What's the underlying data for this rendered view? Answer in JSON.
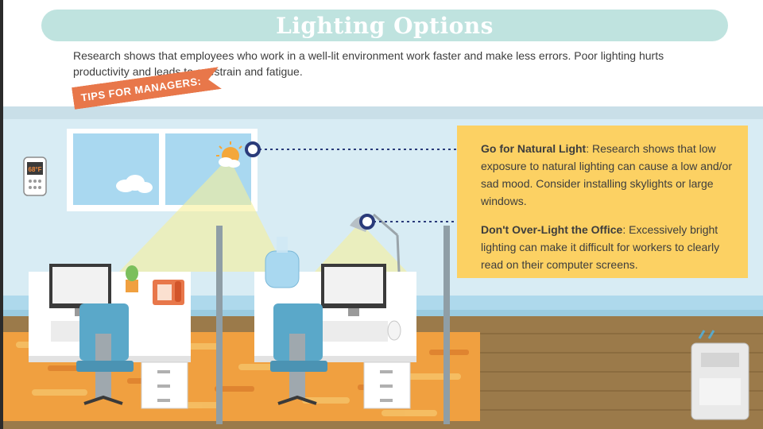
{
  "header": {
    "title": "Lighting Options",
    "intro": "Research shows that employees who work in a well-lit environment work faster and make less errors. Poor lighting hurts productivity and leads to eyestrain and fatigue."
  },
  "ribbon": {
    "label": "TIPS FOR MANAGERS:"
  },
  "tips": [
    {
      "lead": "Go for Natural Light",
      "body": ": Research shows that low exposure to natural lighting can cause a low and/or sad mood. Consider installing skylights or large windows."
    },
    {
      "lead": "Don't Over-Light the Office",
      "body": ": Excessively bright lighting can make it difficult for workers to clearly read on their computer screens."
    }
  ],
  "thermostat": {
    "reading": "68°F"
  },
  "colors": {
    "title_pill": "#bfe3df",
    "ribbon": "#e8774a",
    "tip_card": "#fcd163",
    "wall": "#d8ecf4",
    "floor": "#9b7a4a",
    "rug": "#f0a040",
    "chair": "#5aa8c9",
    "connector": "#2a3b7a"
  },
  "icons": [
    "thermostat-icon",
    "sun-icon",
    "cloud-icon",
    "plant-icon",
    "phone-icon",
    "humidifier-icon",
    "desk-lamp-icon",
    "monitor-icon",
    "office-chair-icon",
    "dehumidifier-icon"
  ]
}
